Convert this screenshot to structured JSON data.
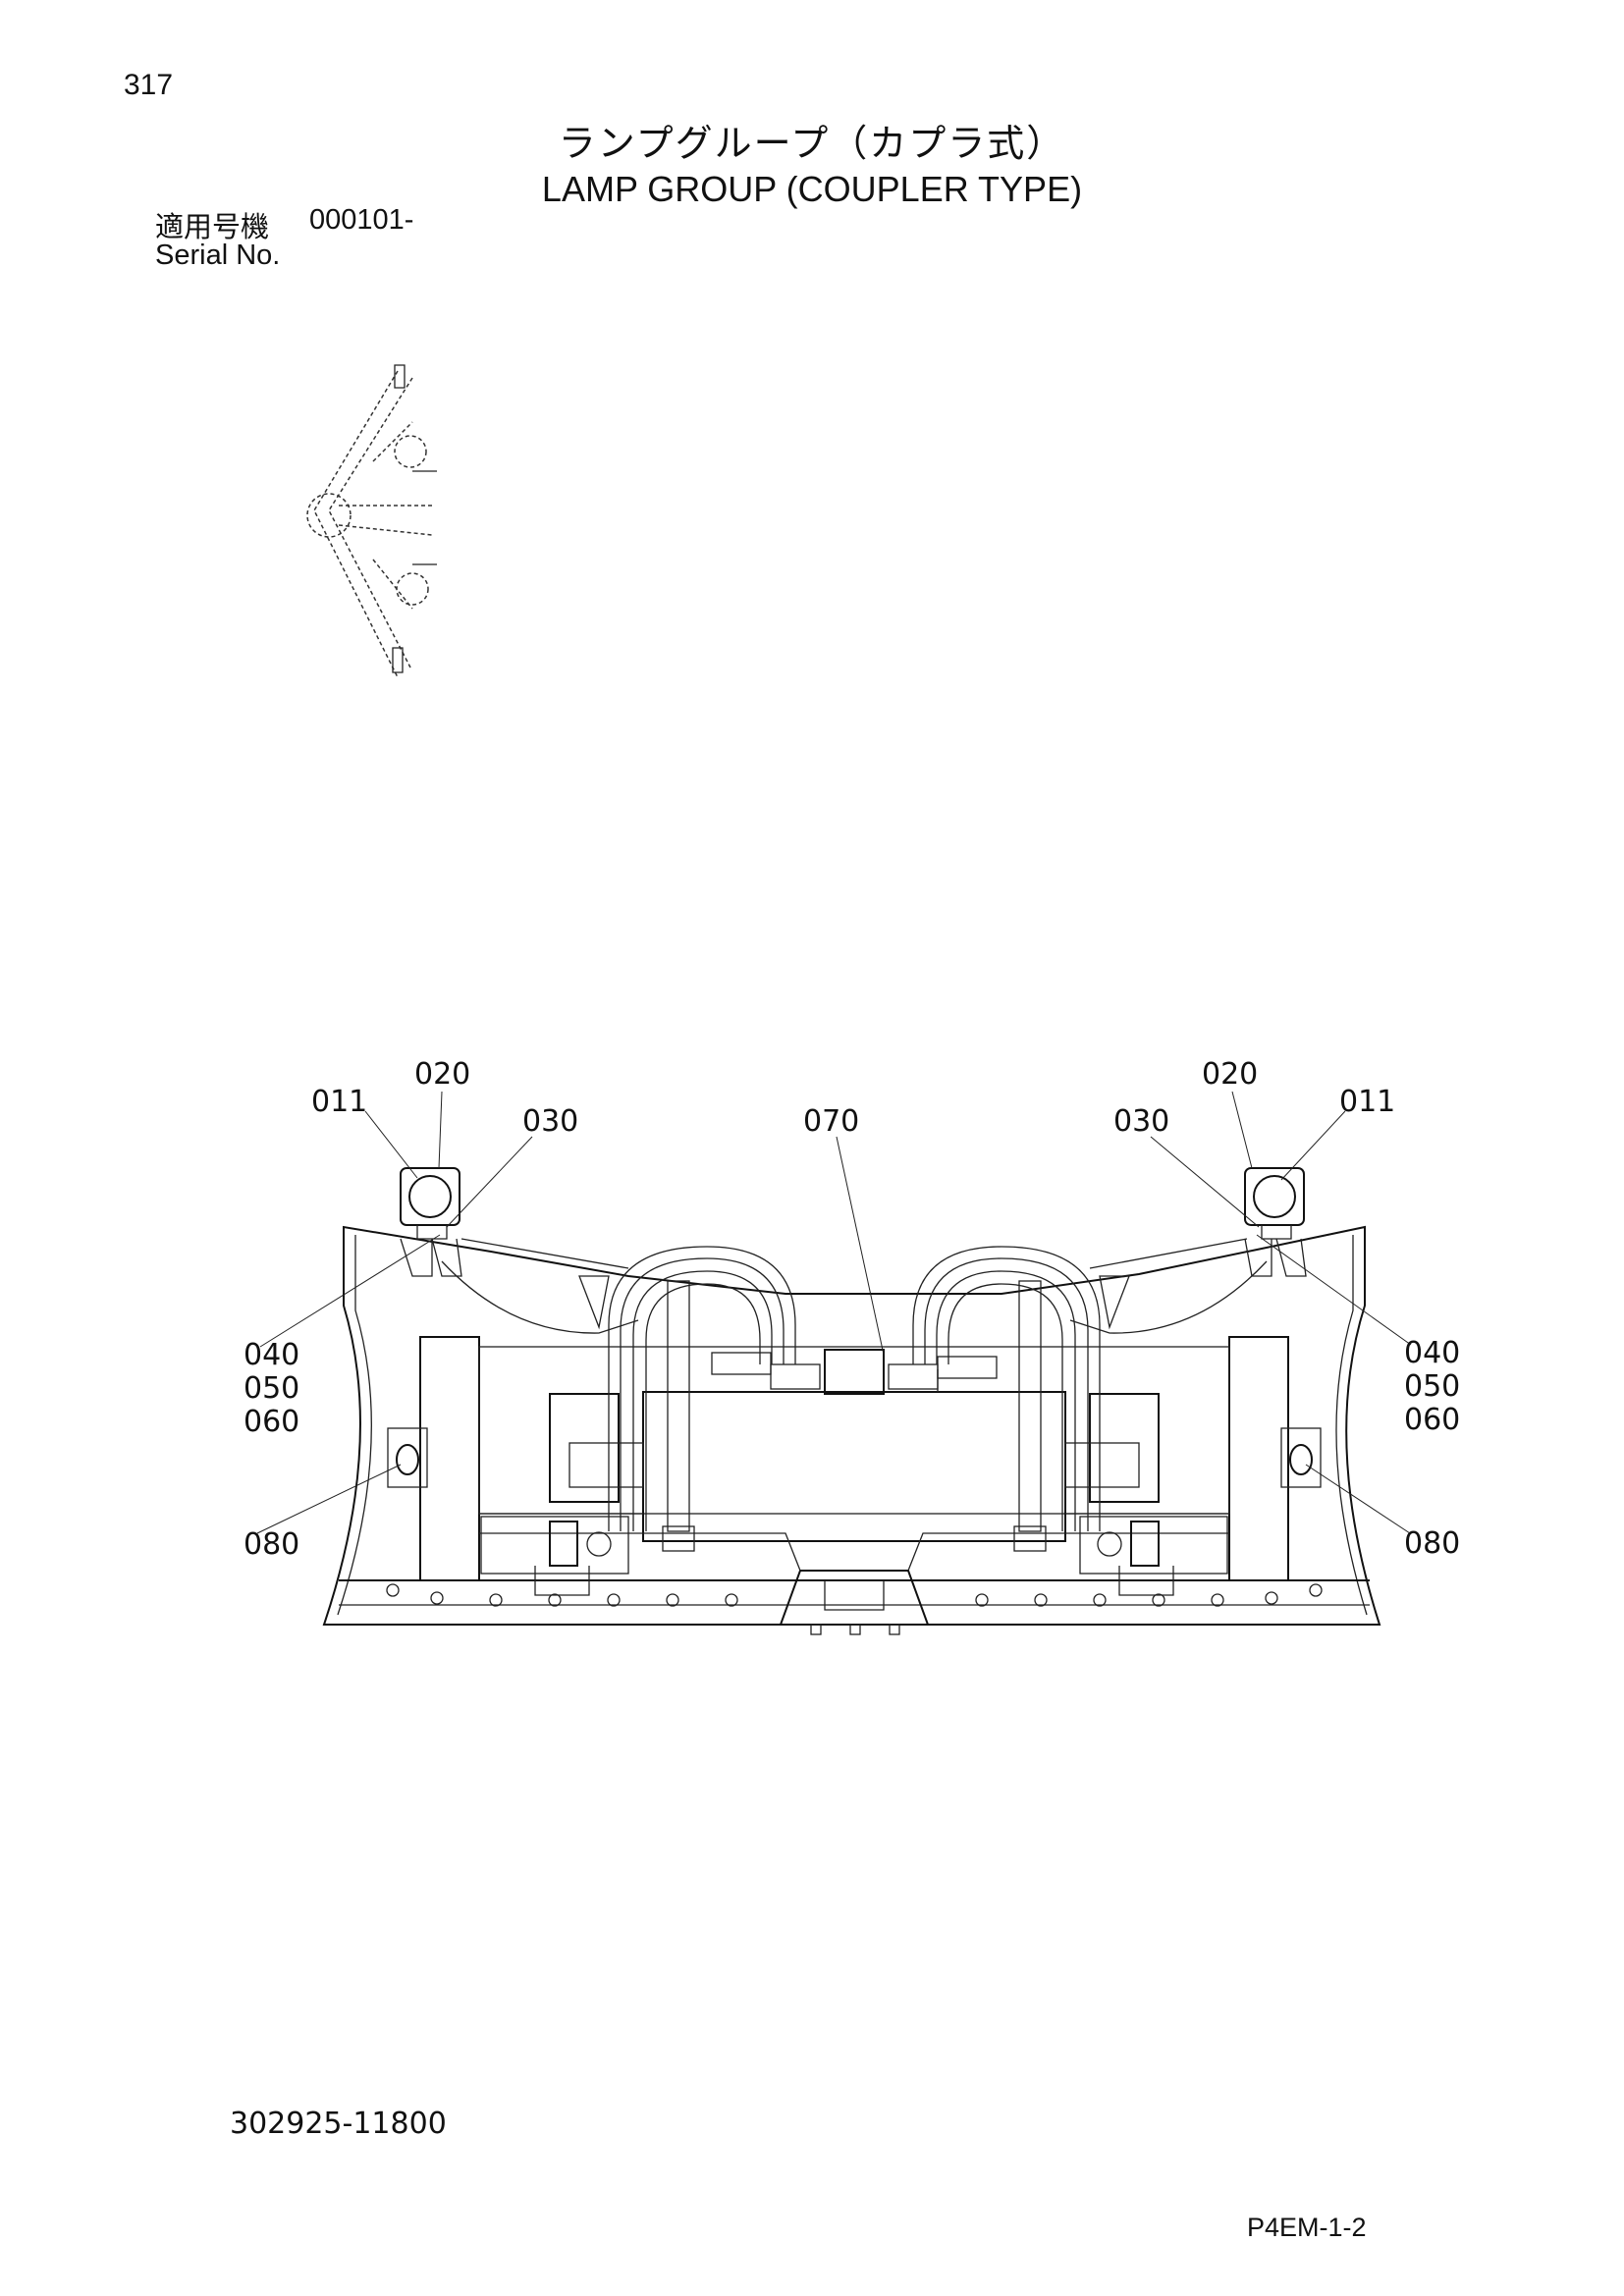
{
  "page_number": "317",
  "title_jp": "ランプグループ（カプラ式）",
  "title_en": "LAMP GROUP (COUPLER TYPE)",
  "serial": {
    "label_jp": "適用号機",
    "value": "000101-",
    "label_en": "Serial No."
  },
  "callouts": {
    "l011": "011",
    "l020": "020",
    "l030": "030",
    "l070": "070",
    "r020": "020",
    "r011": "011",
    "r030": "030",
    "l040": "040",
    "l050": "050",
    "l060": "060",
    "r040": "040",
    "r050": "050",
    "r060": "060",
    "l080": "080",
    "r080": "080"
  },
  "document_number": "302925-11800",
  "reference_code": "P4EM-1-2"
}
